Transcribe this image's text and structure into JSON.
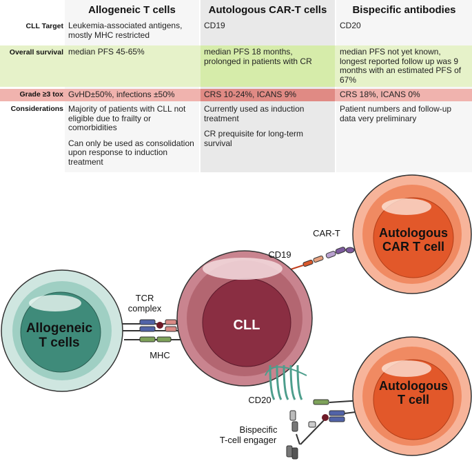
{
  "table": {
    "headers": [
      "Allogeneic T cells",
      "Autologous CAR-T cells",
      "Bispecific antibodies"
    ],
    "rows": [
      {
        "label": "CLL Target",
        "cells": [
          "Leukemia-associated antigens, mostly MHC restricted",
          "CD19",
          "CD20"
        ]
      },
      {
        "label": "Overall survival",
        "cells": [
          "median PFS 45-65%",
          "median PFS 18 months, prolonged in patients with CR",
          "median PFS not yet known, longest reported follow up was 9 months with an estimated PFS of 67%"
        ]
      },
      {
        "label": "Grade ≥3 tox",
        "cells": [
          "GvHD±50%, infections ±50%",
          "CRS 10-24%, ICANS 9%",
          "CRS 18%, ICANS 0%"
        ]
      },
      {
        "label": "Considerations",
        "cells": [
          [
            "Majority of patients with CLL not eligible due to frailty or comorbidities",
            "Can only be used as consolidation upon response to induction treatment"
          ],
          [
            "Currently used as induction treatment",
            "CR prequisite for long-term survival"
          ],
          [
            "Patient numbers and follow-up data very preliminary"
          ]
        ]
      }
    ]
  },
  "diagram": {
    "allo_cell": [
      "Allogeneic",
      "T cells"
    ],
    "cll_cell": "CLL",
    "car_t_cell": [
      "Autologous",
      "CAR T cell"
    ],
    "auto_t_cell": [
      "Autologous",
      "T cell"
    ],
    "tcr_label": [
      "TCR",
      "complex"
    ],
    "mhc_label": "MHC",
    "cd19_label": "CD19",
    "cart_label": "CAR-T",
    "cd20_label": "CD20",
    "bite_label": [
      "Bispecific",
      "T-cell engager"
    ]
  },
  "colors": {
    "green_row": "#e4f1c7",
    "red_row": "#f1b7b4",
    "red_row_mid": "#e08883",
    "grey_col": "#ececec",
    "light_col": "#f6f6f6",
    "green_cell": "#3f8b7a",
    "cll_cell": "#8a2e42",
    "orange_cell": "#e2582a"
  }
}
